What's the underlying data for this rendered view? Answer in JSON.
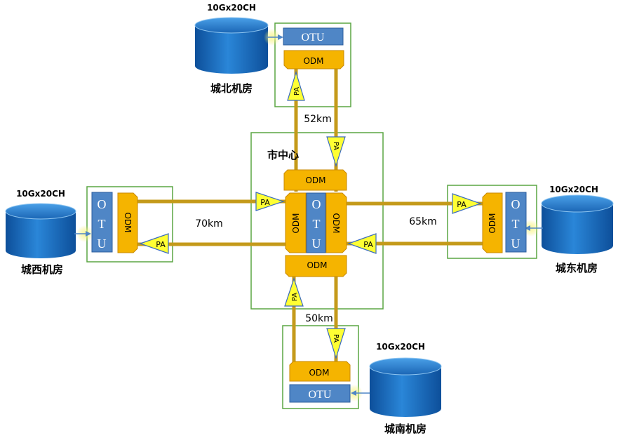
{
  "capacity_label": "10Gx20CH",
  "center_label": "市中心",
  "otu_label": "OTU",
  "odm_label": "ODM",
  "pa_label": "PA",
  "sites": {
    "north": {
      "name": "城北机房",
      "capacity": "10Gx20CH",
      "distance": "52km"
    },
    "west": {
      "name": "城西机房",
      "capacity": "10Gx20CH",
      "distance": "70km"
    },
    "east": {
      "name": "城东机房",
      "capacity": "10Gx20CH",
      "distance": "65km"
    },
    "south": {
      "name": "城南机房",
      "capacity": "10Gx20CH",
      "distance": "50km"
    }
  },
  "colors": {
    "frame": "#5aa642",
    "fiber": "#c49a1a",
    "odm_fill": "#f5b400",
    "odm_stroke": "#c98a00",
    "otu_fill": "#4f86c6",
    "otu_stroke": "#2e5f9e",
    "pa_fill": "#ffff33",
    "pa_stroke": "#3a6bbf",
    "cylinder": "#1f6fc0",
    "glow": "#f3f06a"
  }
}
